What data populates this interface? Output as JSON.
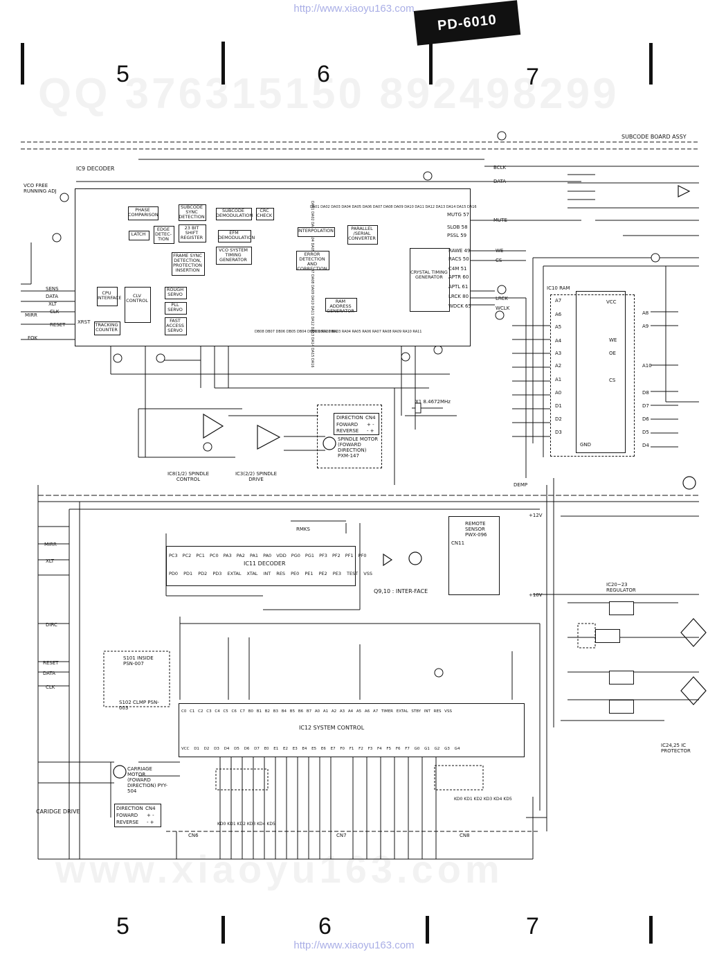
{
  "header": {
    "url": "http://www.xiaoyu163.com",
    "model": "PD-6010",
    "zones": [
      "5",
      "6",
      "7"
    ]
  },
  "footer": {
    "url": "http://www.xiaoyu163.com",
    "zones": [
      "5",
      "6",
      "7"
    ]
  },
  "watermarks": {
    "qq": "QQ 376315150  892498299",
    "www": "www.xiaoyu163.com"
  },
  "labels": {
    "subcode_board": "SUBCODE BOARD ASSY",
    "ic9": "IC9 DECODER",
    "ic10": "IC10 RAM",
    "ic11": "IC11 DECODER",
    "ic12": "IC12 SYSTEM CONTROL",
    "ic8_spindle": "IC8(1/2) SPINDLE CONTROL",
    "ic3_spindle": "IC3(2/2) SPINDLE DRIVE",
    "spindle_motor": "SPINDLE MOTOR (FOWARD DIRECTION) PXM-147",
    "interface": "Q9,10 : INTER-FACE",
    "remote_sensor": "REMOTE SENSOR PWX-096",
    "regulator": "IC20~23 REGULATOR",
    "ic24_25": "IC24,25 IC PROTECTOR",
    "carriage_motor": "CARRIAGE MOTOR (FOWARD DIRECTION) PYY-504",
    "carriage_drive": "CARIDGE DRIVE",
    "s101": "S101 INSIDE PSN-007",
    "s102": "S102 CLMP PSN-003",
    "crystal": "X1 8.4672MHz",
    "vco": "VCO FREE RUNNING ADJ",
    "plus12v": "+12V",
    "plus10v": "+10V",
    "demp": "DEMP"
  },
  "ic9_blocks": [
    {
      "id": "phase",
      "text": "PHASE COMPARISON"
    },
    {
      "id": "subsync",
      "text": "SUBCODE SYNC DETECTION"
    },
    {
      "id": "subdemod",
      "text": "SUBCODE DEMODULATION"
    },
    {
      "id": "crc",
      "text": "CRC CHECK"
    },
    {
      "id": "latch",
      "text": "LATCH"
    },
    {
      "id": "edge",
      "text": "EDGE DETEC-TION"
    },
    {
      "id": "shift",
      "text": "23 BIT SHIFT REGISTER"
    },
    {
      "id": "efm",
      "text": "EFM DEMODULATION"
    },
    {
      "id": "interp",
      "text": "INTERPOLATION"
    },
    {
      "id": "parallel",
      "text": "PARALLEL /SERIAL CONVERTER"
    },
    {
      "id": "frame",
      "text": "FRAME SYNC DETECTION, PROTECTION INSERTION"
    },
    {
      "id": "vcotiming",
      "text": "VCO SYSTEM TIMING GENERATOR"
    },
    {
      "id": "error",
      "text": "ERROR DETECTION AND CORRECTION"
    },
    {
      "id": "cpu",
      "text": "CPU INTERFACE"
    },
    {
      "id": "clv",
      "text": "CLV CONTROL"
    },
    {
      "id": "rough",
      "text": "ROUGH SERVO"
    },
    {
      "id": "pll",
      "text": "PLL SERVO"
    },
    {
      "id": "fast",
      "text": "FAST ACCESS SERVO"
    },
    {
      "id": "track",
      "text": "TRACKING COUNTER"
    },
    {
      "id": "ramaddr",
      "text": "RAM ADDRESS GENERATOR"
    },
    {
      "id": "crystal",
      "text": "CRYSTAL TIMING GENERATOR"
    }
  ],
  "ic9_pins_right": [
    "MUTG 57",
    "SLOB 58",
    "PSSL 59",
    "RAWE 49",
    "RACS 50",
    "C4M 51",
    "APTR 60",
    "APTL 61",
    "LRCK 80",
    "WDCK 65"
  ],
  "ic9_data_pins": "DB08 DB07 DB06 DB05 DB04 DB03 DB02 DB01",
  "ic9_addr_pins": "RA01 RA02 RA03 RA04 RA05 RA06 RA07 RA08 RA09 RA10 RA11",
  "ic9_dout_pins": "DA01 DA02 DA03 DA04 DA05 DA06 DA07 DA08 DA09 DA10 DA11 DA12 DA13 DA14 DA15 DA16",
  "ic10_left": [
    "A7",
    "A6",
    "A5",
    "A4",
    "A3",
    "A2",
    "A1",
    "A0",
    "D1",
    "D2",
    "D3",
    "GND"
  ],
  "ic10_right": [
    "VCC",
    "A8",
    "A9",
    "WE",
    "OE",
    "A10",
    "CS",
    "D8",
    "D7",
    "D6",
    "D5",
    "D4"
  ],
  "ic11_top": "PC3 PC2 PC1 PC0 PA3 PA2 PA1 PA0 VDD PG0 PG1 PF3 PF2 PF1 PF0",
  "ic11_bottom": "PD0 PD1 PD2 PD3 EXTAL XTAL INT RES PE0 PE1 PE2 PE3 TEST VSS",
  "ic12_top": "C0 C1 C2 C3 C4 C5 C6 C7 B0 B1 B2 B3 B4 B5 B6 B7 A0 A1 A2 A3 A4 A5 A6 A7 TIMER EXTAL STBY INT RES VSS",
  "ic12_bottom": "VCC D1 D2 D3 D4 D5 D6 D7 E0 E1 E2 E3 E4 E5 E6 E7 F0 F1 F2 F3 F4 F5 F6 F7 G0 G1 G2 G3 G4",
  "signals_left": [
    "SENS",
    "DATA",
    "XLT",
    "CLK",
    "XRST",
    "MIRR",
    "FOK",
    "RESET",
    "MIRR",
    "XLT",
    "DIRC",
    "RESET",
    "DATA",
    "CLK"
  ],
  "signals_right": [
    "BCLK",
    "DATA",
    "MUTE",
    "WE",
    "CS",
    "LRCK",
    "WCLK"
  ],
  "direction_table": {
    "header": [
      "DIRECTION",
      "CN4"
    ],
    "rows": [
      [
        "FOWARD",
        "+ -"
      ],
      [
        "REVERSE",
        "- +"
      ]
    ]
  },
  "connectors": [
    "CN6",
    "CN7",
    "CN8",
    "CN11"
  ],
  "kd_labels": "KD0 KD1 KD2 KD3 KD4 KD5",
  "rmks": "RMKS"
}
